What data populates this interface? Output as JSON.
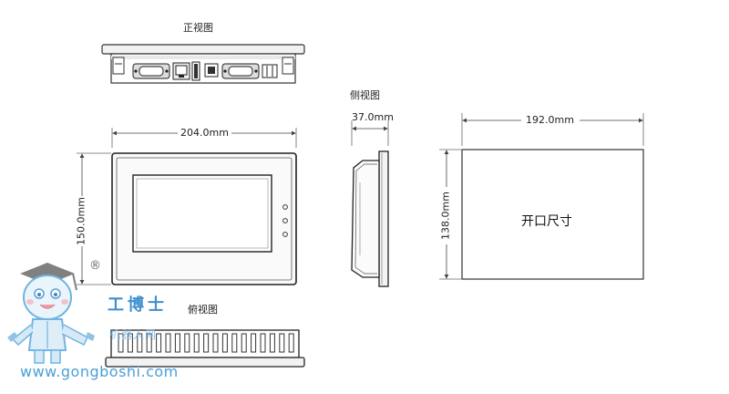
{
  "views": {
    "front": "正视图",
    "side": "侧视图",
    "top": "俯视图"
  },
  "dimensions": {
    "width": "204.0mm",
    "height": "150.0mm",
    "depth": "37.0mm",
    "cutout_width": "192.0mm",
    "cutout_height": "138.0mm"
  },
  "cutout_label": "开口尺寸",
  "registered_mark": "®",
  "watermark": {
    "url": "www.gongboshi.com",
    "brand": "工博士",
    "sub": "机器人网"
  },
  "colors": {
    "line": "#555555",
    "panel": "#333333",
    "watermark": "#4a9fd8"
  }
}
